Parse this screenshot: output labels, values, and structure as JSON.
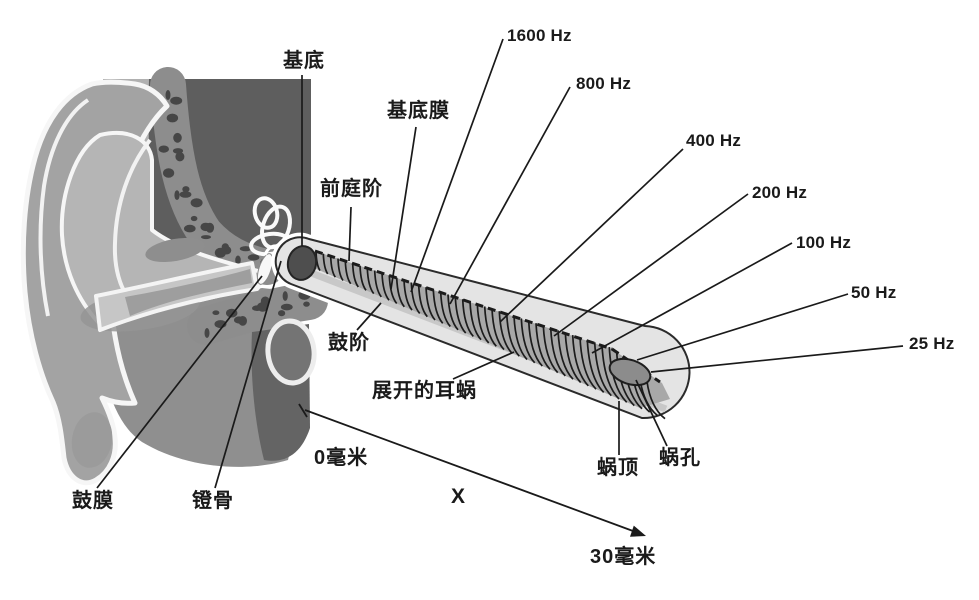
{
  "anatomy_labels": {
    "base": "基底",
    "basilar_membrane": "基底膜",
    "scala_vestibuli": "前庭阶",
    "scala_tympani": "鼓阶",
    "unrolled_cochlea": "展开的耳蜗",
    "eardrum": "鼓膜",
    "stapes": "镫骨",
    "cochlear_apex": "蜗顶",
    "helicotrema": "蜗孔"
  },
  "frequency_labels": [
    {
      "label": "1600 Hz"
    },
    {
      "label": "800 Hz"
    },
    {
      "label": "400 Hz"
    },
    {
      "label": "200 Hz"
    },
    {
      "label": "100 Hz"
    },
    {
      "label": "50 Hz"
    },
    {
      "label": "25 Hz"
    }
  ],
  "distance_scale": {
    "start": "0毫米",
    "variable": "X",
    "end": "30毫米"
  },
  "colors": {
    "ink": "#1a1a1a",
    "background": "#ffffff",
    "cochlea_duct_fill": "#e4e4e4",
    "basilar_band_fill": "#a8a8a8",
    "helicotrema_fill": "#8c8c8c",
    "bone_dark": "#5e5e5e",
    "tissue_mid": "#8f8f8f",
    "pinna_gray": "#a3a3a3"
  }
}
